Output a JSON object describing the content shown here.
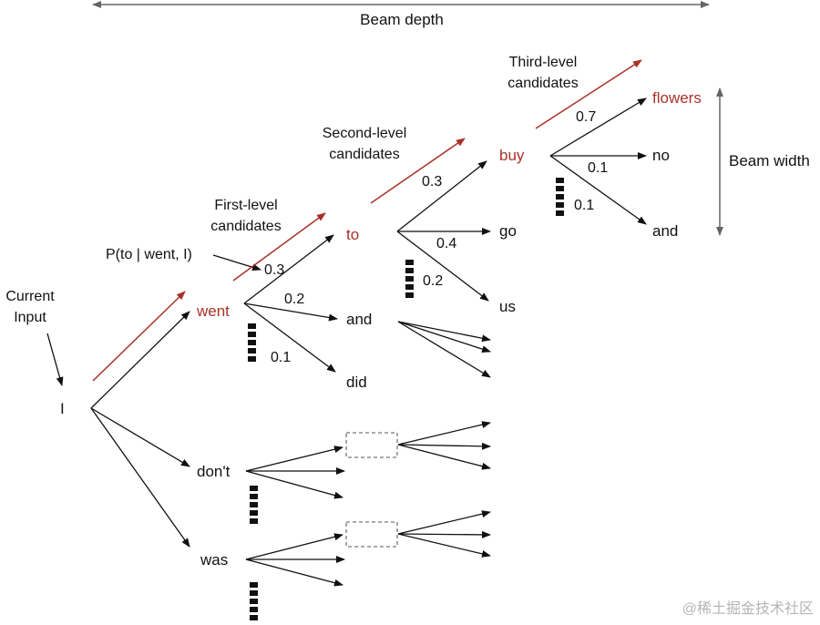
{
  "labels": {
    "beam_depth": "Beam depth",
    "beam_width": "Beam width",
    "current_input": [
      "Current",
      "Input"
    ],
    "first_level": [
      "First-level",
      "candidates"
    ],
    "second_level": [
      "Second-level",
      "candidates"
    ],
    "third_level": [
      "Third-level",
      "candidates"
    ],
    "prob_label": "P(to | went, I)"
  },
  "words": {
    "root": "I",
    "went": "went",
    "dont": "don't",
    "was": "was",
    "to": "to",
    "and1": "and",
    "did": "did",
    "buy": "buy",
    "go": "go",
    "us": "us",
    "flowers": "flowers",
    "no": "no",
    "and2": "and"
  },
  "probabilities": {
    "went_to": "0.3",
    "went_and": "0.2",
    "went_did": "0.1",
    "to_buy": "0.3",
    "to_go": "0.4",
    "to_us": "0.2",
    "buy_flowers": "0.7",
    "buy_no": "0.1",
    "buy_and": "0.1"
  },
  "colors": {
    "selected_path": "#a93226",
    "default": "#111111",
    "measure_arrows": "#666666",
    "placeholder_box": "#777777"
  },
  "watermark": "@稀土掘金技术社区"
}
